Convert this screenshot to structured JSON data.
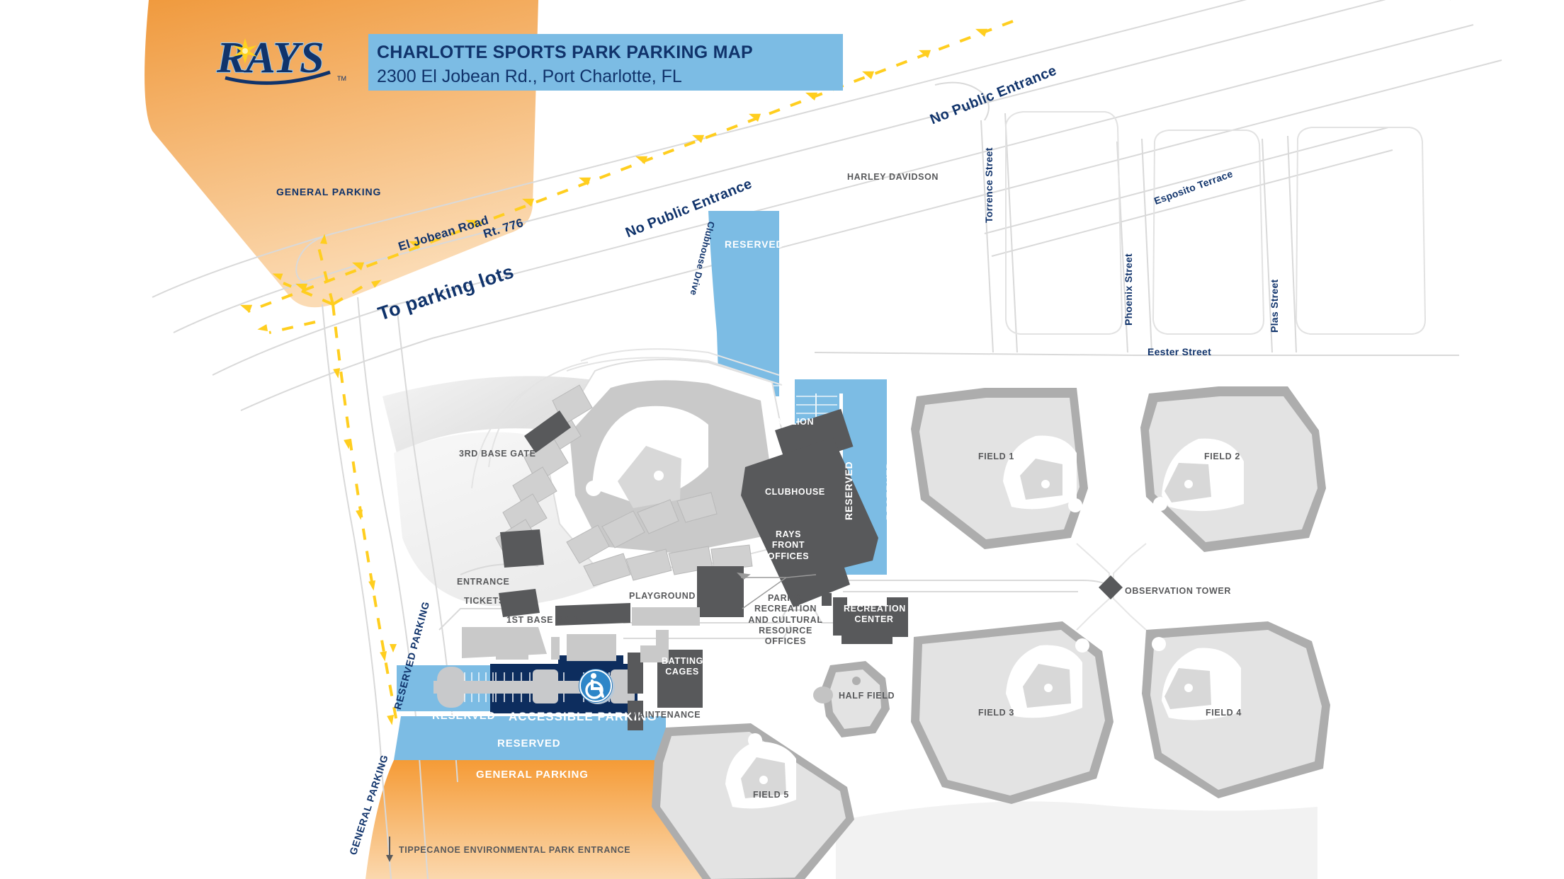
{
  "header": {
    "logo_alt": "rays-logo",
    "title": "CHARLOTTE SPORTS PARK PARKING MAP",
    "address": "2300 El Jobean Rd., Port Charlotte, FL"
  },
  "colors": {
    "navy": "#10336b",
    "band_blue": "#7CBCE4",
    "reserved_blue": "#7CBCE4",
    "accessible_navy": "#0D2D5E",
    "general_orange": "#F5A04A",
    "arrow_yellow": "#FFCE1F",
    "building_dark": "#58595B",
    "field_gray": "#E3E3E3",
    "field_outline": "#ADADAD"
  },
  "parking": {
    "general_top": "GENERAL PARKING",
    "general_bottom": "GENERAL PARKING",
    "reserved_middle": "RESERVED",
    "reserved_left": "RESERVED",
    "accessible": "ACCESSIBLE PARKING",
    "reserved_parking_vertical": "RESERVED PARKING",
    "general_parking_vertical": "GENERAL PARKING",
    "reserved_lot_1": "RESERVED",
    "reserved_lot_2": "RESERVED",
    "reserved_top": "RESERVED"
  },
  "roads": [
    {
      "name": "El Jobean Road"
    },
    {
      "name": "Rt. 776"
    },
    {
      "name": "To parking lots"
    },
    {
      "name": "No Public Entrance"
    },
    {
      "name": "No Public Entrance"
    },
    {
      "name": "Clubhouse Drive"
    },
    {
      "name": "Torrence Street"
    },
    {
      "name": "Phoenix Street"
    },
    {
      "name": "Plas Street"
    },
    {
      "name": "Esposito Terrace"
    },
    {
      "name": "Eester Street"
    }
  ],
  "road_labels": {
    "el_jobean": "El Jobean Road",
    "rt776": "Rt. 776",
    "to_parking": "To parking lots",
    "no_public_entrance_1": "No Public Entrance",
    "no_public_entrance_2": "No Public Entrance",
    "clubhouse_drive": "Clubhouse Drive",
    "torrence": "Torrence Street",
    "phoenix": "Phoenix Street",
    "plas": "Plas Street",
    "esposito": "Esposito Terrace",
    "eester": "Eester Street"
  },
  "facilities": {
    "harley_davidson": "HARLEY DAVIDSON",
    "pavilion": "PAVILION",
    "clubhouse": "CLUBHOUSE",
    "rays_front_offices": "RAYS FRONT OFFICES",
    "third_base_gate": "3RD BASE GATE",
    "entrance": "ENTRANCE",
    "tickets": "TICKETS",
    "first_base_gate": "1ST BASE GATE",
    "playground": "PLAYGROUND",
    "parks_offices": "PARKS, RECREATION AND CULTURAL RESOURCE OFFICES",
    "batting_cages": "BATTING CAGES",
    "maintenance": "MAINTENANCE",
    "recreation_center": "RECREATION CENTER",
    "half_field": "HALF FIELD",
    "observation_tower": "OBSERVATION TOWER",
    "tippecanoe": "TIPPECANOE ENVIRONMENTAL PARK ENTRANCE"
  },
  "fields": [
    {
      "label": "FIELD 1"
    },
    {
      "label": "FIELD 2"
    },
    {
      "label": "FIELD 3"
    },
    {
      "label": "FIELD 4"
    },
    {
      "label": "FIELD 5"
    }
  ],
  "icons": {
    "accessible": "accessible-icon",
    "observation_tower": "diamond-marker-icon",
    "tippecanoe_arrow": "down-arrow-icon",
    "traffic_flow": "yellow-arrow-icon"
  }
}
